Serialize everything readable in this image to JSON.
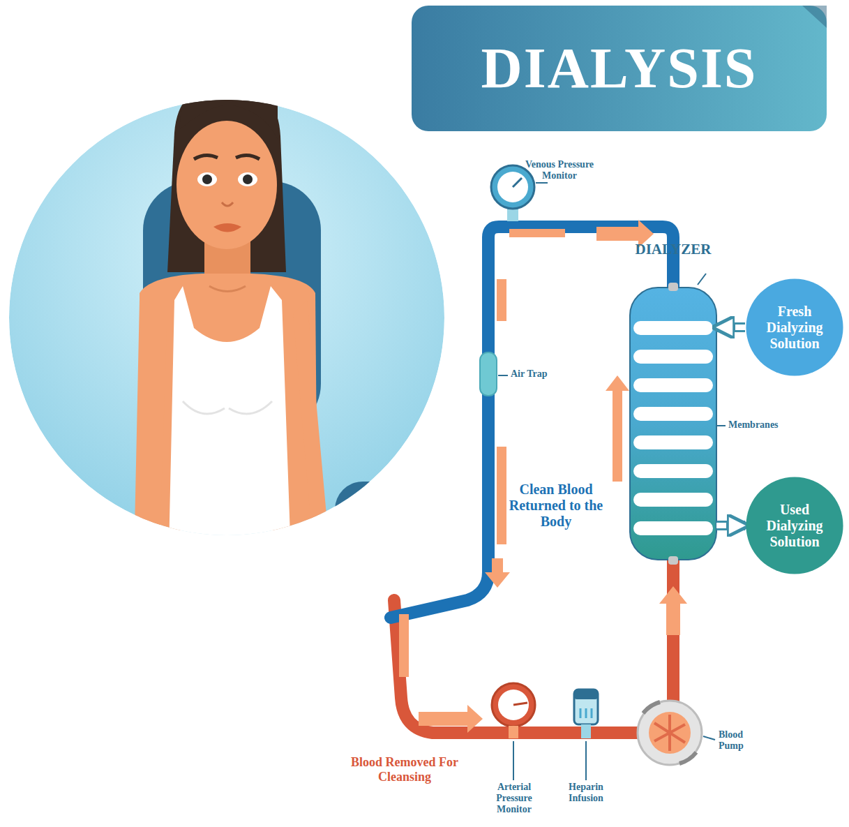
{
  "diagram": {
    "title": "DIALYSIS",
    "nodes": [
      {
        "text": [
          "DIALYZER"
        ]
      },
      {
        "text": [
          "Fresh Dialyzing Solution"
        ]
      },
      {
        "text": [
          "Used Dialyzing Solution"
        ]
      }
    ],
    "edges": [
      {
        "from": 1,
        "to": 0,
        "arrow": "to"
      },
      {
        "from": 0,
        "to": 2,
        "arrow": "to"
      }
    ],
    "labels": [
      "Venous Pressure Monitor",
      "Air Trap",
      "Membranes",
      "Clean Blood Returned to the Body",
      "Blood Removed For Cleansing",
      "Arterial Pressure Monitor",
      "Heparin Infusion",
      "Blood Pump"
    ]
  }
}
